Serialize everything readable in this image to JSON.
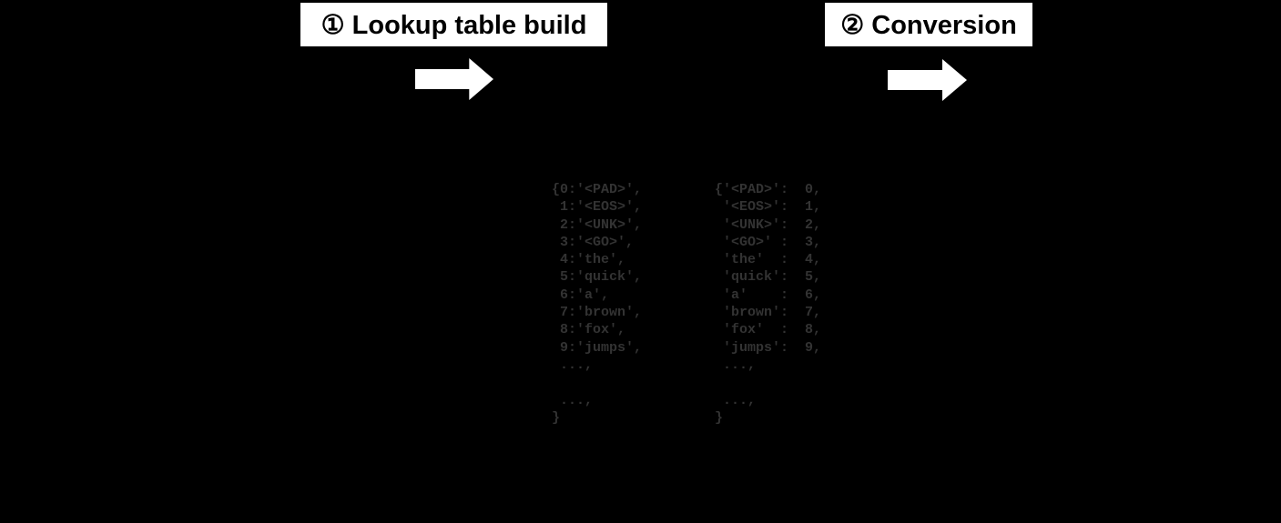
{
  "diagram": {
    "steps": [
      {
        "label": "① Lookup table build",
        "icon": "right-arrow-icon"
      },
      {
        "label": "② Conversion",
        "icon": "right-arrow-icon"
      }
    ],
    "tables": {
      "index_to_word": {
        "name": "index-to-word lookup table",
        "lines": [
          "{0:'<PAD>',",
          " 1:'<EOS>',",
          " 2:'<UNK>',",
          " 3:'<GO>',",
          " 4:'the',",
          " 5:'quick',",
          " 6:'a',",
          " 7:'brown',",
          " 8:'fox',",
          " 9:'jumps',",
          " ...,",
          "",
          " ...,",
          "}"
        ]
      },
      "word_to_index": {
        "name": "word-to-index lookup table",
        "lines": [
          "{'<PAD>':  0,",
          " '<EOS>':  1,",
          " '<UNK>':  2,",
          " '<GO>' :  3,",
          " 'the'  :  4,",
          " 'quick':  5,",
          " 'a'    :  6,",
          " 'brown':  7,",
          " 'fox'  :  8,",
          " 'jumps':  9,",
          " ...,",
          "",
          " ...,",
          "}"
        ]
      }
    },
    "colors": {
      "background": "#000000",
      "label_box_bg": "#ffffff",
      "label_text": "#000000",
      "arrow": "#ffffff",
      "code_text": "#333333"
    }
  }
}
